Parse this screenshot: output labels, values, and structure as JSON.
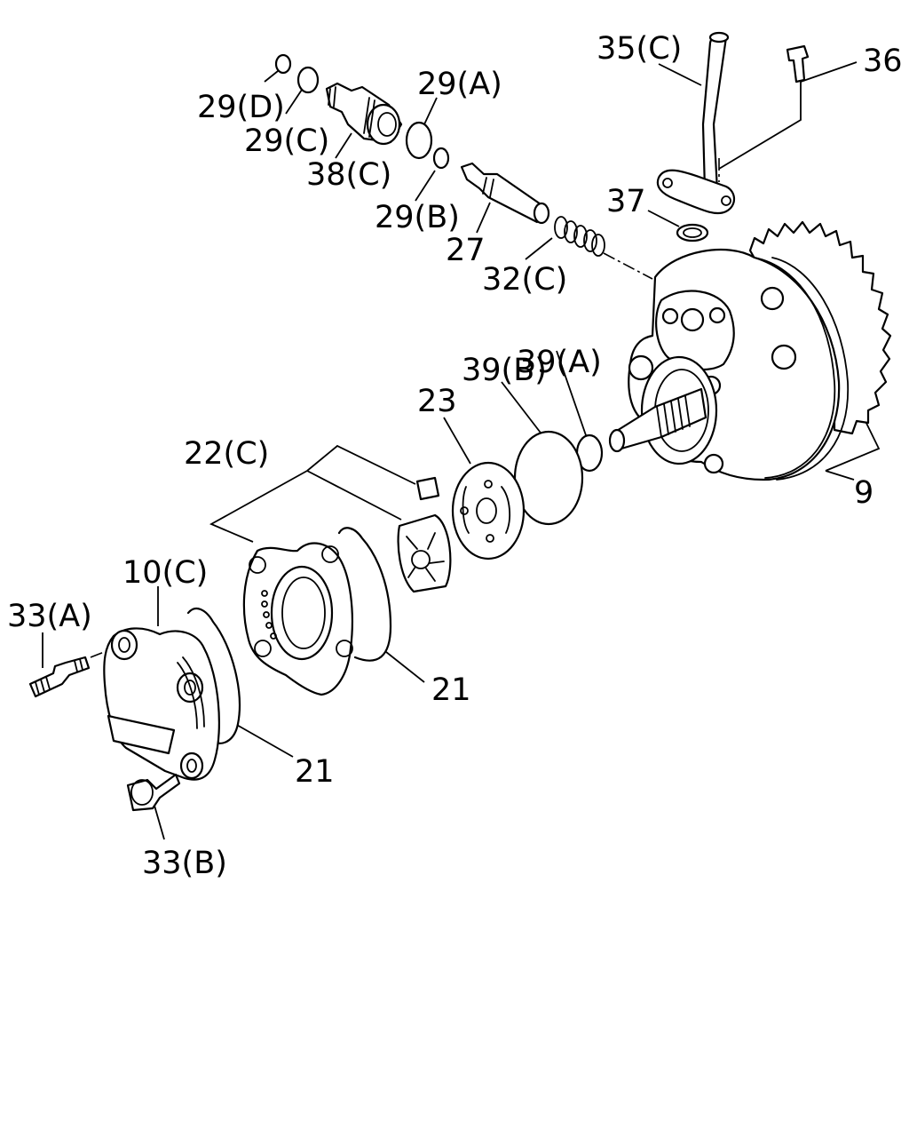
{
  "labels": {
    "l_29d": "29(D)",
    "l_29c": "29(C)",
    "l_38c": "38(C)",
    "l_29a": "29(A)",
    "l_29b": "29(B)",
    "l_27": "27",
    "l_32c": "32(C)",
    "l_35c": "35(C)",
    "l_36": "36",
    "l_37": "37",
    "l_39a": "39(A)",
    "l_39b": "39(B)",
    "l_23": "23",
    "l_22c": "22(C)",
    "l_9": "9",
    "l_10c": "10(C)",
    "l_33a": "33(A)",
    "l_21a": "21",
    "l_21b": "21",
    "l_33b": "33(B)"
  }
}
